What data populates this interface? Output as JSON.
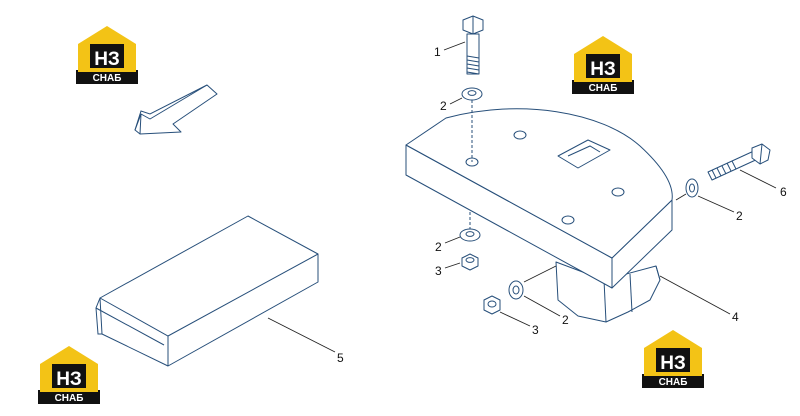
{
  "brand": {
    "logo_letters": "НЗ",
    "logo_caption": "СНАБ",
    "colors": {
      "yellow": "#f3c316",
      "black": "#111111",
      "white": "#ffffff"
    }
  },
  "colors": {
    "line": "#274f7a",
    "leader": "#222222"
  },
  "callouts": [
    "1",
    "2",
    "2",
    "2",
    "2",
    "3",
    "3",
    "4",
    "5",
    "6"
  ],
  "icons": [
    "direction-arrow-icon"
  ]
}
